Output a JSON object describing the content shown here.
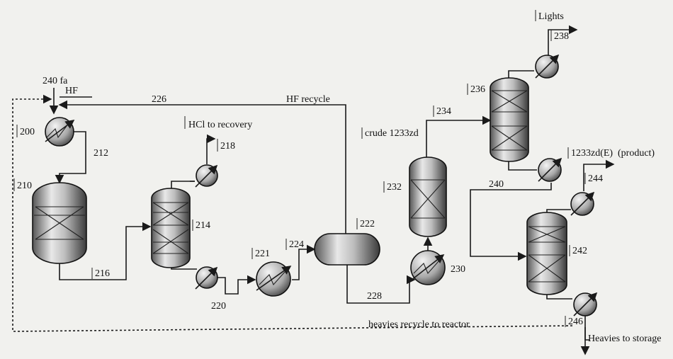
{
  "labels": {
    "hf_feed": "240 fa",
    "hf": "HF",
    "s226": "226",
    "hf_recycle": "HF recycle",
    "s200": "200",
    "s212": "212",
    "s210": "210",
    "s216": "216",
    "hcl": "HCl to recovery",
    "s218": "218",
    "s214": "214",
    "s220": "220",
    "s221": "221",
    "s224": "224",
    "s222": "222",
    "s228": "228",
    "crude": "crude 1233zd",
    "s232": "232",
    "s230": "230",
    "s234": "234",
    "s236": "236",
    "lights": "Lights",
    "s238": "238",
    "product_name": "1233zd(E)",
    "product": "(product)",
    "s244": "244",
    "s240": "240",
    "s242": "242",
    "s246": "246",
    "heavies_recycle": "heavies recycle to reactor",
    "heavies_storage": "Heavies to storage"
  },
  "colors": {
    "line": "#1a1a1a",
    "background": "#f1f1ee"
  }
}
